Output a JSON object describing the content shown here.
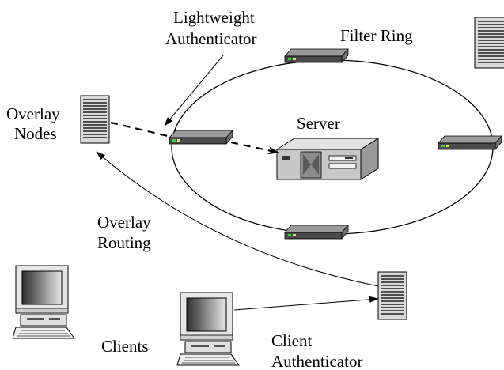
{
  "labels": {
    "lightweight_authenticator_line1": "Lightweight",
    "lightweight_authenticator_line2": "Authenticator",
    "filter_ring": "Filter Ring",
    "overlay_nodes_line1": "Overlay",
    "overlay_nodes_line2": "Nodes",
    "server": "Server",
    "overlay_routing_line1": "Overlay",
    "overlay_routing_line2": "Routing",
    "clients": "Clients",
    "client_authenticator_line1": "Client",
    "client_authenticator_line2": "Authenticator"
  },
  "colors": {
    "line": "#000000",
    "router_top": "#9a9a9a",
    "router_front": "#4a4a4a",
    "led_green": "#39d23a",
    "led_yellow": "#e8e23a",
    "rack_bg": "#d9d9d9",
    "server_body": "#c8c8c8"
  },
  "icons": {
    "router": "router-icon",
    "rack_server": "rack-server-icon",
    "server": "server-icon",
    "client_computer": "computer-icon"
  }
}
